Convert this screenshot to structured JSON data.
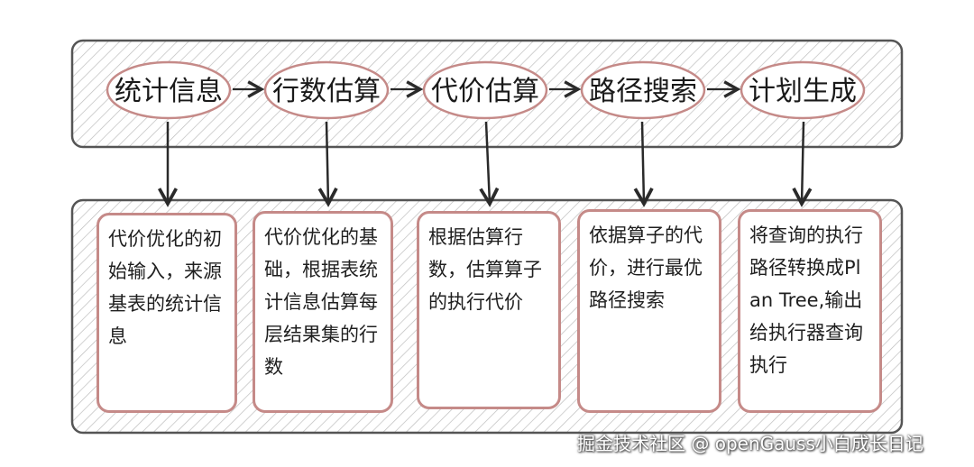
{
  "stages": [
    {
      "label": "统计信息",
      "description": "代价优化的初始输入，来源基表的统计信息"
    },
    {
      "label": "行数估算",
      "description": "代价优化的基础，根据表统计信息估算每层结果集的行数"
    },
    {
      "label": "代价估算",
      "description": "根据估算行数，估算算子的执行代价"
    },
    {
      "label": "路径搜索",
      "description": "依据算子的代价，进行最优路径搜索"
    },
    {
      "label": "计划生成",
      "description": "将查询的执行路径转换成Plan Tree,输出给执行器查询执行"
    }
  ],
  "watermark": "掘金技术社区 @ openGauss小白成长日记",
  "colors": {
    "outline_red": "#c58a88",
    "ink": "#1f1f1f",
    "hatch": "#bdbdbd",
    "frame": "#555555"
  }
}
